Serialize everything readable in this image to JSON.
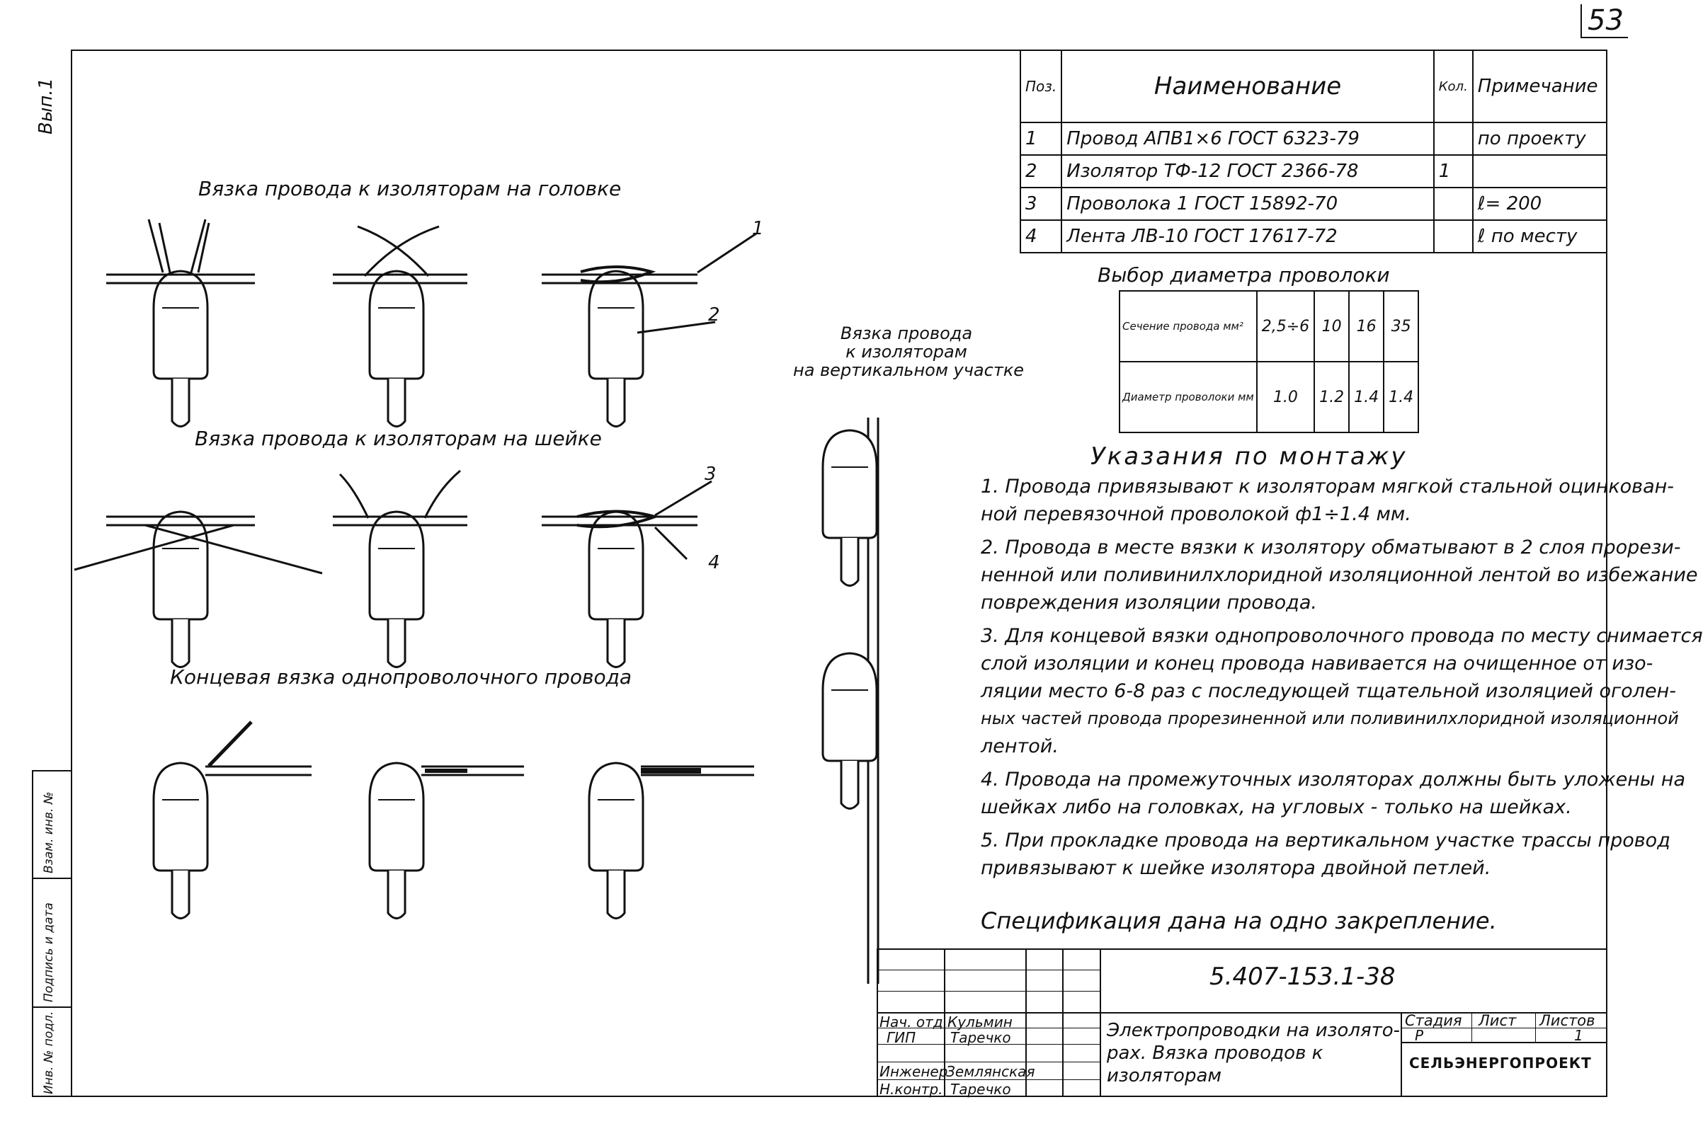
{
  "page_number": "53",
  "side_label": "Вып.1",
  "captions": {
    "head": "Вязка провода к изоляторам на головке",
    "neck": "Вязка провода к изоляторам на шейке",
    "end": "Концевая вязка однопроволочного провода",
    "vertical": [
      "Вязка провода",
      "к изоляторам",
      "на вертикальном участке"
    ]
  },
  "callouts": [
    "1",
    "2",
    "3",
    "4"
  ],
  "spec_table": {
    "headers": [
      "Поз.",
      "Наименование",
      "Кол.",
      "Примечание"
    ],
    "rows": [
      {
        "pos": "1",
        "name": "Провод АПВ1×6 ГОСТ 6323-79",
        "qty": "",
        "note": "по проекту"
      },
      {
        "pos": "2",
        "name": "Изолятор ТФ-12 ГОСТ 2366-78",
        "qty": "1",
        "note": ""
      },
      {
        "pos": "3",
        "name": "Проволока 1 ГОСТ 15892-70",
        "qty": "",
        "note": "ℓ= 200"
      },
      {
        "pos": "4",
        "name": "Лента ЛВ-10 ГОСТ 17617-72",
        "qty": "",
        "note": "ℓ по месту"
      }
    ]
  },
  "wire_table": {
    "title": "Выбор диаметра проволоки",
    "row1_label": "Сечение провода мм²",
    "row1": [
      "2,5÷6",
      "10",
      "16",
      "35"
    ],
    "row2_label": "Диаметр проволоки мм",
    "row2": [
      "1.0",
      "1.2",
      "1.4",
      "1.4"
    ]
  },
  "instructions": {
    "title": "Указания по монтажу",
    "lines": [
      "1. Провода привязывают к изоляторам мягкой стальной оцинкован-",
      "ной перевязочной проволокой ф1÷1.4 мм.",
      "2. Провода в месте вязки к изолятору обматывают в 2 слоя прорези-",
      "ненной или поливинилхлоридной изоляционной лентой во избежание",
      "повреждения изоляции провода.",
      "3. Для концевой вязки однопроволочного провода по месту снимается",
      "слой изоляции и конец провода навивается на очищенное от изо-",
      "ляции место 6-8 раз с последующей тщательной изоляцией оголен-",
      "ных частей провода прорезиненной или поливинилхлоридной изоляционной",
      "лентой.",
      "4. Провода на промежуточных изоляторах должны быть уложены на",
      "шейках либо на головках, на угловых - только на шейках.",
      "5. При прокладке провода на вертикальном участке трассы провод",
      "привязывают к шейке изолятора двойной петлей."
    ]
  },
  "spec_note": "Спецификация дана на одно закрепление.",
  "stamp": {
    "code": "5.407-153.1-38",
    "title_lines": [
      "Электропроводки на изолято-",
      "рах. Вязка проводов к",
      "изоляторам"
    ],
    "roles": [
      "Нач. отд.",
      "ГИП",
      "Инженер",
      "Н.контр."
    ],
    "names": [
      "Кульмин",
      "Таречко",
      "Землянская",
      "Таречко"
    ],
    "stage_headers": [
      "Стадия",
      "Лист",
      "Листов"
    ],
    "stage_values": [
      "Р",
      "",
      "1"
    ],
    "org": "СЕЛЬЭНЕРГОПРОЕКТ"
  },
  "side_stamp": [
    "Инв. № подл.",
    "Подпись и дата",
    "Взам. инв. №"
  ]
}
